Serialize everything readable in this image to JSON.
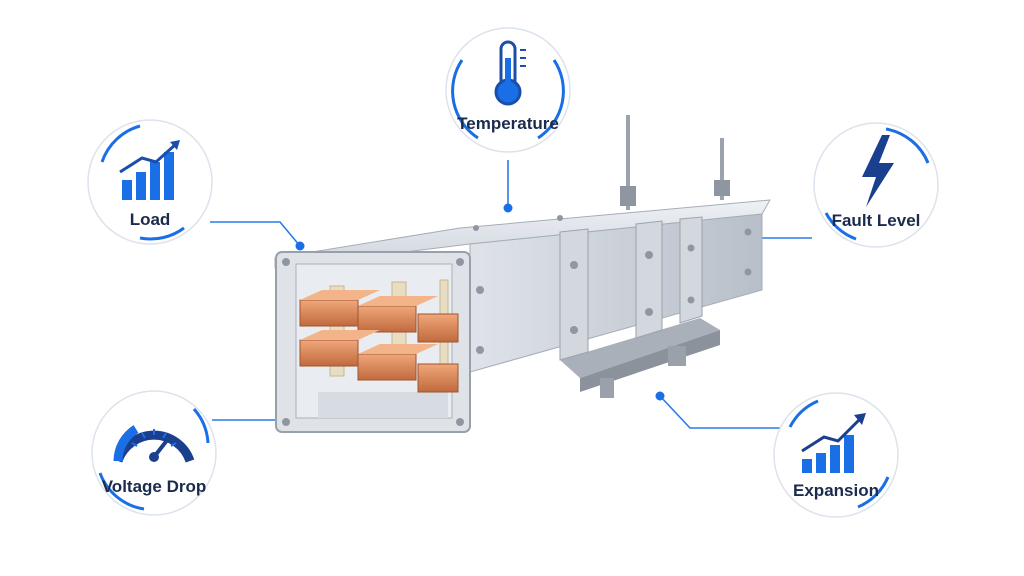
{
  "labels": {
    "temperature": "Temperature",
    "load": "Load",
    "fault_level": "Fault Level",
    "voltage_drop": "Voltage Drop",
    "expansion": "Expansion"
  },
  "icons": {
    "temperature": "thermometer-icon",
    "load": "bar-chart-rising-icon",
    "fault_level": "lightning-bolt-icon",
    "voltage_drop": "gauge-icon",
    "expansion": "bar-chart-rising-icon"
  },
  "colors": {
    "accent": "#1a6ee6",
    "text": "#1b2b4d",
    "copper": "#d9875a",
    "steel": "#c9ced6"
  }
}
